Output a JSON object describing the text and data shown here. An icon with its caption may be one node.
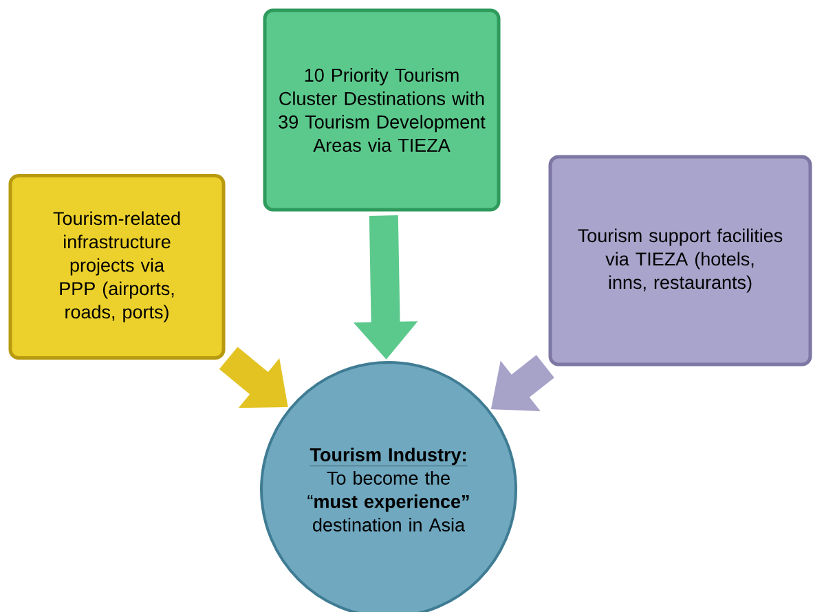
{
  "diagram": {
    "nodes": [
      {
        "text": [
          "10 Priority Tourism Cluster Destinations with 39 Tourism Development Areas via TIEZA"
        ]
      },
      {
        "text": [
          "Tourism-related infrastructure projects via PPP (airports, roads, ports)"
        ]
      },
      {
        "text": [
          "Tourism support facilities via TIEZA (hotels, inns, restaurants)"
        ]
      },
      {
        "text": [
          "Tourism Industry:",
          "To become the “**must experience”** destination in Asia"
        ]
      }
    ],
    "edges": [
      {
        "from": 0,
        "to": 3,
        "arrow": "to",
        "color": "#5cc98c"
      },
      {
        "from": 1,
        "to": 3,
        "arrow": "to",
        "color": "#e3c322"
      },
      {
        "from": 2,
        "to": 3,
        "arrow": "to",
        "color": "#a7a2c8"
      }
    ]
  }
}
